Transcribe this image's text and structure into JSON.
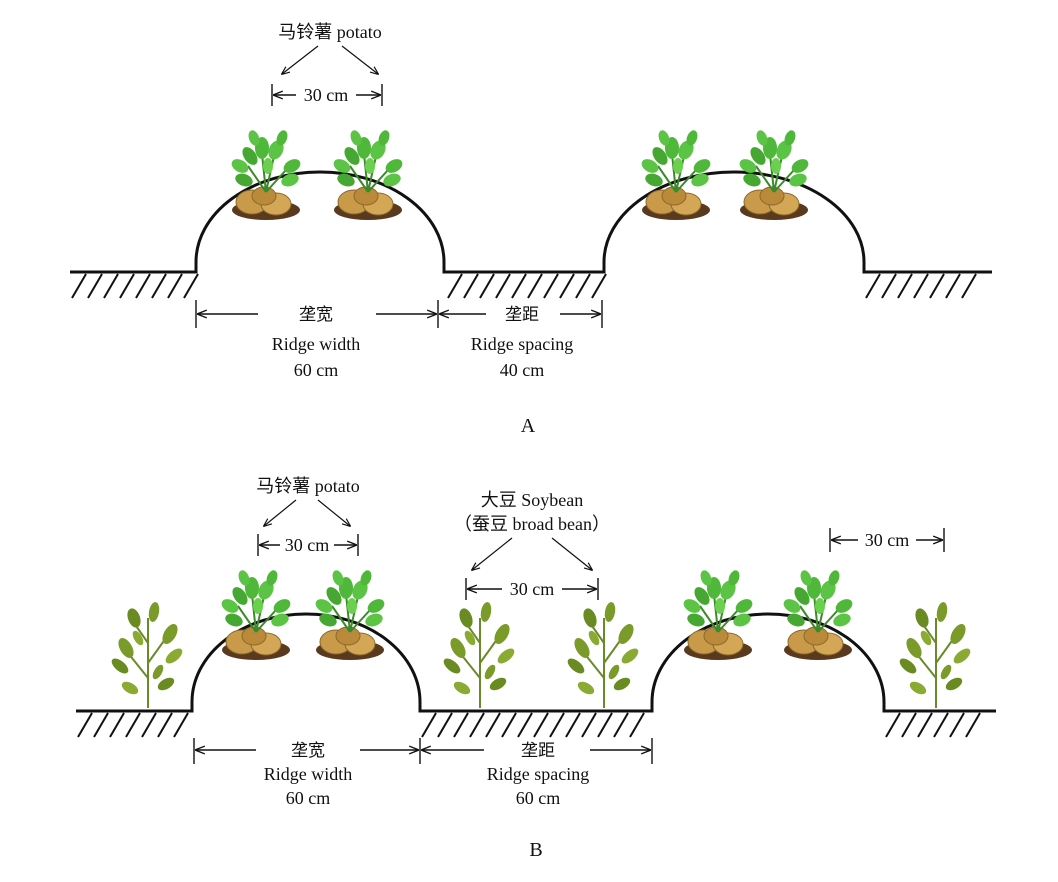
{
  "panel_a": {
    "label": "A",
    "potato_label": "马铃薯 potato",
    "potato_spacing": "30 cm",
    "ridge_width_cn": "垄宽",
    "ridge_width_en": "Ridge width",
    "ridge_width_val": "60 cm",
    "ridge_spacing_cn": "垄距",
    "ridge_spacing_en": "Ridge spacing",
    "ridge_spacing_val": "40 cm"
  },
  "panel_b": {
    "label": "B",
    "potato_label": "马铃薯 potato",
    "potato_spacing": "30 cm",
    "soybean_label": "大豆 Soybean",
    "broadbean_label": "（蚕豆 broad bean）",
    "soybean_spacing": "30 cm",
    "edge_spacing": "30 cm",
    "ridge_width_cn": "垄宽",
    "ridge_width_en": "Ridge width",
    "ridge_width_val": "60 cm",
    "ridge_spacing_cn": "垄距",
    "ridge_spacing_en": "Ridge spacing",
    "ridge_spacing_val": "60 cm"
  },
  "colors": {
    "line": "#111111",
    "potato_leaf": "#4fb83a",
    "potato_tuber": "#c89a4a",
    "soil": "#5a3a1e",
    "soybean_leaf": "#7a9a2a"
  }
}
